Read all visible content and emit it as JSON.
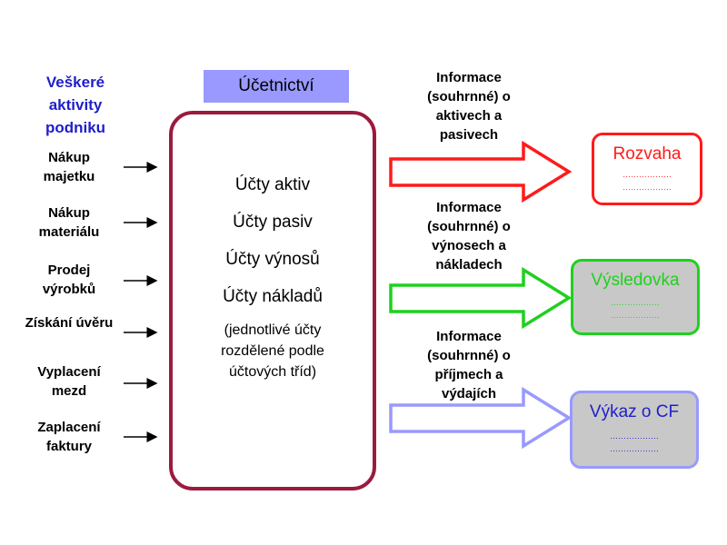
{
  "left_column": {
    "title_lines": [
      "Veškeré",
      "aktivity",
      "podniku"
    ],
    "activities": [
      {
        "lines": [
          "Nákup",
          "majetku"
        ]
      },
      {
        "lines": [
          "Nákup",
          "materiálu"
        ]
      },
      {
        "lines": [
          "Prodej",
          "výrobků"
        ]
      },
      {
        "lines": [
          "Získání úvěru"
        ]
      },
      {
        "lines": [
          "Vyplacení",
          "mezd"
        ]
      },
      {
        "lines": [
          "Zaplacení",
          "faktury"
        ]
      }
    ]
  },
  "accounting": {
    "title": "Účetnictví",
    "accounts": [
      "Účty aktiv",
      "Účty pasiv",
      "Účty výnosů",
      "Účty nákladů"
    ],
    "note_lines": [
      "(jednotlivé účty",
      "rozdělené podle",
      "účtových tříd)"
    ]
  },
  "flows": [
    {
      "info_lines": [
        "Informace",
        "(souhrnné) o",
        "aktivech a",
        "pasivech"
      ],
      "report": {
        "title": "Rozvaha",
        "dots": [
          "………………",
          "………………"
        ]
      },
      "colors": {
        "arrow": "#ff1a1a",
        "border": "#ff1a1a",
        "fill": "#ffffff",
        "text": "#ff1a1a"
      }
    },
    {
      "info_lines": [
        "Informace",
        "(souhrnné) o",
        "výnosech a",
        "nákladech"
      ],
      "report": {
        "title": "Výsledovka",
        "dots": [
          "………………",
          "………………"
        ]
      },
      "colors": {
        "arrow": "#1fd01f",
        "border": "#1fd01f",
        "fill": "#c8c8c8",
        "text": "#1fd01f"
      }
    },
    {
      "info_lines": [
        "Informace",
        "(souhrnné) o",
        "příjmech a",
        "výdajích"
      ],
      "report": {
        "title": "Výkaz o CF",
        "dots": [
          "………………",
          "………………"
        ]
      },
      "colors": {
        "arrow": "#9999ff",
        "border": "#9999ff",
        "fill": "#c8c8c8",
        "text": "#2020c8"
      }
    }
  ]
}
